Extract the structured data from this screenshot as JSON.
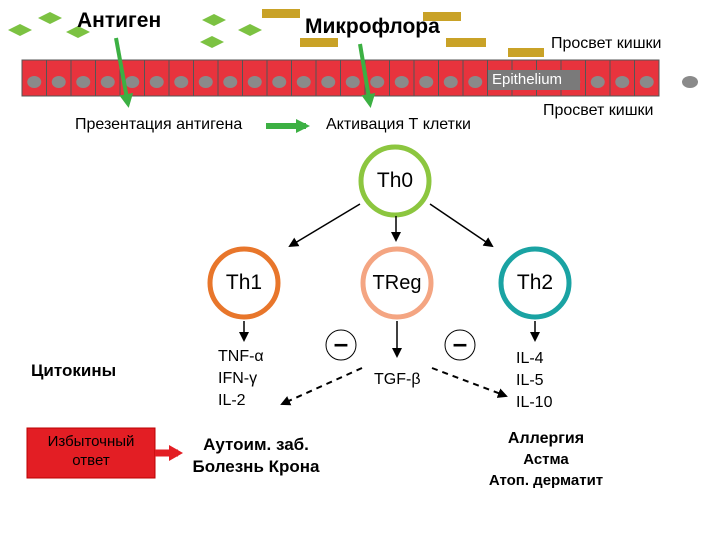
{
  "labels": {
    "antigen": "Антиген",
    "microflora": "Микрофлора",
    "lumen_top": "Просвет кишки",
    "epithelium": "Epithelium",
    "lumen_right": "Просвет кишки",
    "antigen_presentation": "Презентация антигена",
    "t_cell_activation": "Активация Т клетки",
    "cytokines": "Цитокины",
    "excess_line1": "Избыточный",
    "excess_line2": "ответ"
  },
  "cells": {
    "th0": "Th0",
    "th1": "Th1",
    "treg": "TReg",
    "th2": "Th2"
  },
  "cytokines": {
    "th1": [
      "TNF-α",
      "IFN-γ",
      "IL-2"
    ],
    "treg": "TGF-β",
    "th2": [
      "IL-4",
      "IL-5",
      "IL-10"
    ]
  },
  "diseases": {
    "th1": [
      "Аутоим. заб.",
      "Болезнь Крона"
    ],
    "th2": [
      "Аллергия",
      "Астма",
      "Атоп. дерматит"
    ]
  },
  "inhibit_symbol": "–",
  "colors": {
    "epithelium_fill": "#e8333d",
    "cell_nucleus": "#8a8a8a",
    "antigen_green": "#7cc242",
    "microflora_gold": "#c9a227",
    "arrow_green": "#3cb043",
    "th0_ring": "#8cc63f",
    "th1_ring": "#e8762b",
    "treg_ring": "#f4a582",
    "th2_ring": "#1aa3a3",
    "excess_box": "#e31e24"
  }
}
